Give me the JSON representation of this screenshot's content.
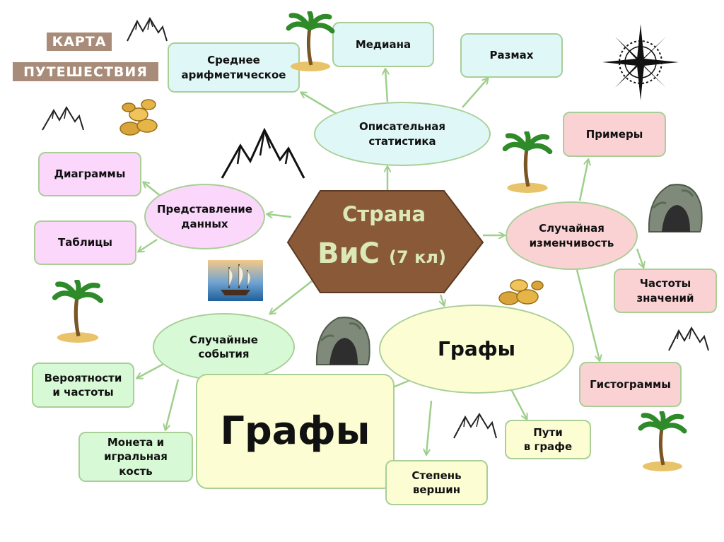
{
  "title": {
    "line1": "КАРТА",
    "line2": "ПУТЕШЕСТВИЯ"
  },
  "center": {
    "line1": "Страна",
    "line2": "ВиС",
    "line2_suffix": "(7 кл)"
  },
  "colors": {
    "edge": "#9fcf8c",
    "hex_fill": "#8a5a38",
    "hex_stroke": "#5a3a22",
    "center_text": "#dbe8b8"
  },
  "nodes": {
    "sredne": "Среднее\nарифметическое",
    "mediana": "Медиана",
    "razmakh": "Размах",
    "opisatelnaya": "Описательная\nстатистика",
    "primery": "Примеры",
    "diagrammy": "Диаграммы",
    "predstavlenie": "Представление\nданных",
    "tablitsy": "Таблицы",
    "sluch_izm": "Случайная\nизменчивость",
    "chastoty_znach": "Частоты\nзначений",
    "sluch_sob": "Случайные\nсобытия",
    "grafy_small": "Графы",
    "veroyatnosti": "Вероятности\nи частоты",
    "gistogrammy": "Гистограммы",
    "grafy_big": "Графы",
    "puti": "Пути\nв графе",
    "moneta": "Монета и\nигральная\nкость",
    "stepen": "Степень\nвершин"
  },
  "decorations": [
    "palm-tree-icon",
    "mountain-icon",
    "gold-coins-icon",
    "compass-rose-icon",
    "cave-icon",
    "sailing-ship-icon"
  ]
}
